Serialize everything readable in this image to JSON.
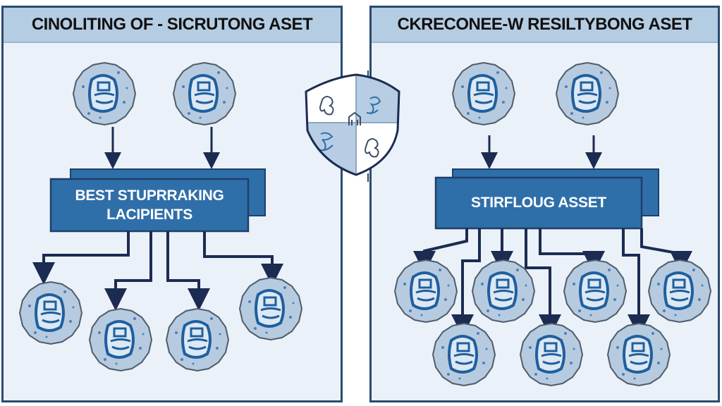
{
  "left_panel": {
    "title": "CINOLITING OF - SICRUTONG ASET",
    "box_label_line1": "BEST STUPRRAKING",
    "box_label_line2": "LACIPIENTS",
    "source_coins": 2,
    "output_coins": 4
  },
  "right_panel": {
    "title": "CKRECONEE-W RESILTYBONG ASET",
    "box_label": "STIRFLOUG ASSET",
    "source_coins": 2,
    "output_coins": 7
  },
  "center_emblem": "heraldic-shield",
  "colors": {
    "panel_bg": "#eaf1f8",
    "header_bg": "#b5cde3",
    "border": "#2c4a6e",
    "box_fill": "#2f6fa9",
    "box_border": "#1f3f6a",
    "arrow": "#1c2b52",
    "coin_fill": "#b7cbe0",
    "coin_ink": "#1f5f9f"
  }
}
